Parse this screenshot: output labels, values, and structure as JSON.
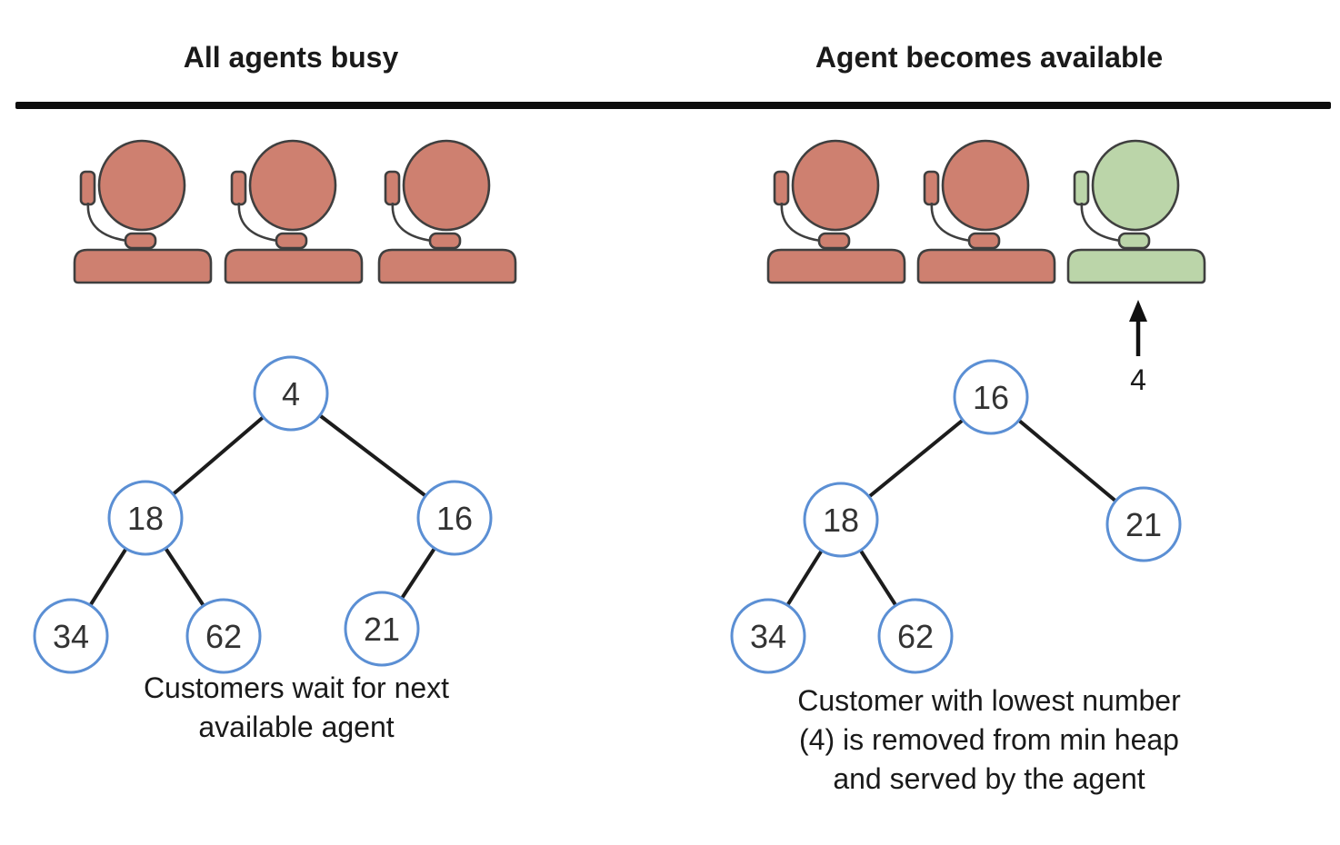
{
  "diagram": "Min heap call-center queue illustration",
  "left": {
    "title": "All agents busy",
    "agents": [
      {
        "status": "busy"
      },
      {
        "status": "busy"
      },
      {
        "status": "busy"
      }
    ],
    "caption_lines": [
      "Customers wait for next",
      "available agent"
    ],
    "heap": {
      "type": "min-heap",
      "nodes": [
        {
          "id": "root",
          "value": "4"
        },
        {
          "id": "left",
          "value": "18"
        },
        {
          "id": "right",
          "value": "16"
        },
        {
          "id": "left-left",
          "value": "34"
        },
        {
          "id": "left-right",
          "value": "62"
        },
        {
          "id": "right-left",
          "value": "21"
        }
      ],
      "edges": [
        [
          "4",
          "18"
        ],
        [
          "4",
          "16"
        ],
        [
          "18",
          "34"
        ],
        [
          "18",
          "62"
        ],
        [
          "16",
          "21"
        ]
      ]
    }
  },
  "right": {
    "title": "Agent becomes available",
    "agents": [
      {
        "status": "busy"
      },
      {
        "status": "busy"
      },
      {
        "status": "available"
      }
    ],
    "dequeued_value": "4",
    "caption_lines": [
      "Customer with lowest number",
      "(4) is removed from min heap",
      "and served by the agent"
    ],
    "heap": {
      "type": "min-heap",
      "nodes": [
        {
          "id": "root",
          "value": "16"
        },
        {
          "id": "left",
          "value": "18"
        },
        {
          "id": "right",
          "value": "21"
        },
        {
          "id": "left-left",
          "value": "34"
        },
        {
          "id": "left-right",
          "value": "62"
        }
      ],
      "edges": [
        [
          "16",
          "18"
        ],
        [
          "16",
          "21"
        ],
        [
          "18",
          "34"
        ],
        [
          "18",
          "62"
        ]
      ]
    }
  },
  "colors": {
    "busy": "#CE8070",
    "available": "#BBD5A9",
    "agent_outline": "#3F3F3F",
    "node_fill": "#FFFFFF",
    "node_stroke": "#5B8FD4",
    "node_text": "#333333",
    "edge": "#1C1C1C",
    "ink": "#1A1A1A",
    "divider": "#0D0D0D",
    "arrow": "#111111"
  }
}
